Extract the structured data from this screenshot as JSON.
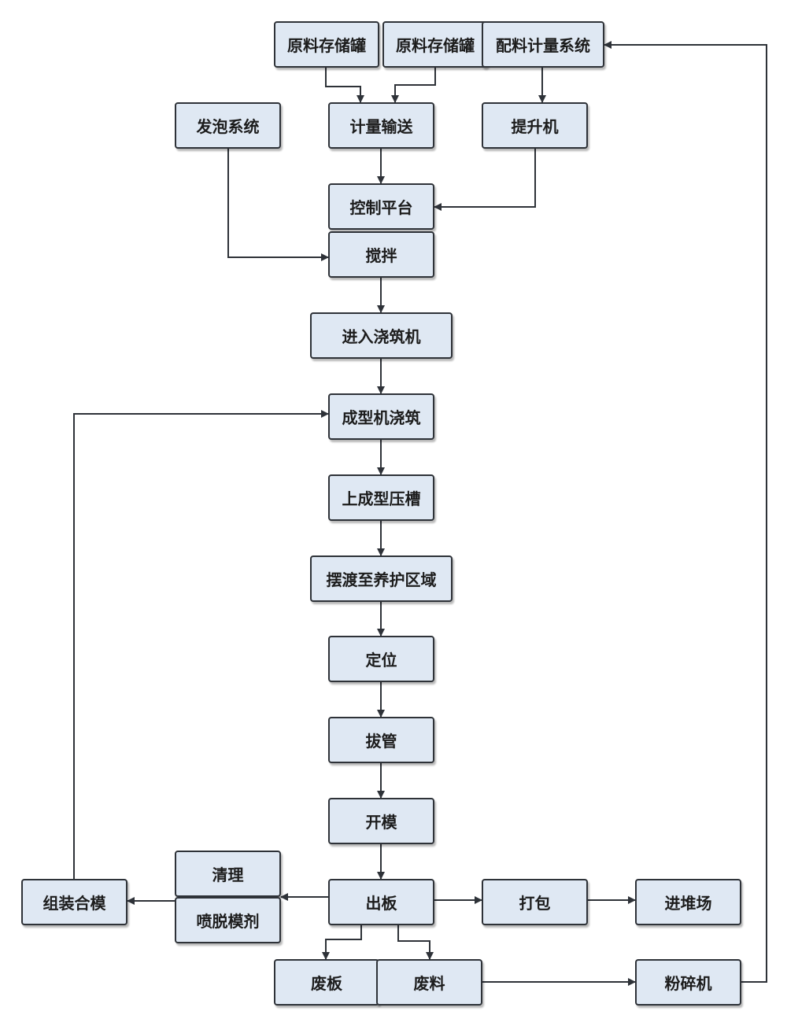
{
  "diagram": {
    "nodes": [
      {
        "id": "yuanliao1",
        "label": "原料存储罐"
      },
      {
        "id": "yuanliao2",
        "label": "原料存储罐"
      },
      {
        "id": "peiliao",
        "label": "配料计量系统"
      },
      {
        "id": "faopao",
        "label": "发泡系统"
      },
      {
        "id": "jiliang",
        "label": "计量输送"
      },
      {
        "id": "tisheng",
        "label": "提升机"
      },
      {
        "id": "kongzhi",
        "label": "控制平台"
      },
      {
        "id": "jiaoban",
        "label": "搅拌"
      },
      {
        "id": "jinru",
        "label": "进入浇筑机"
      },
      {
        "id": "chengxing",
        "label": "成型机浇筑"
      },
      {
        "id": "yacao",
        "label": "上成型压槽"
      },
      {
        "id": "baidu",
        "label": "摆渡至养护区域"
      },
      {
        "id": "dingwei",
        "label": "定位"
      },
      {
        "id": "baguan",
        "label": "拔管"
      },
      {
        "id": "kaimo",
        "label": "开模"
      },
      {
        "id": "qingli",
        "label": "清理"
      },
      {
        "id": "penmo",
        "label": "喷脱模剂"
      },
      {
        "id": "zuzhuang",
        "label": "组装合模"
      },
      {
        "id": "chuban",
        "label": "出板"
      },
      {
        "id": "dabao",
        "label": "打包"
      },
      {
        "id": "duichang",
        "label": "进堆场"
      },
      {
        "id": "feiban",
        "label": "废板"
      },
      {
        "id": "feiliao",
        "label": "废料"
      },
      {
        "id": "fensui",
        "label": "粉碎机"
      }
    ]
  }
}
